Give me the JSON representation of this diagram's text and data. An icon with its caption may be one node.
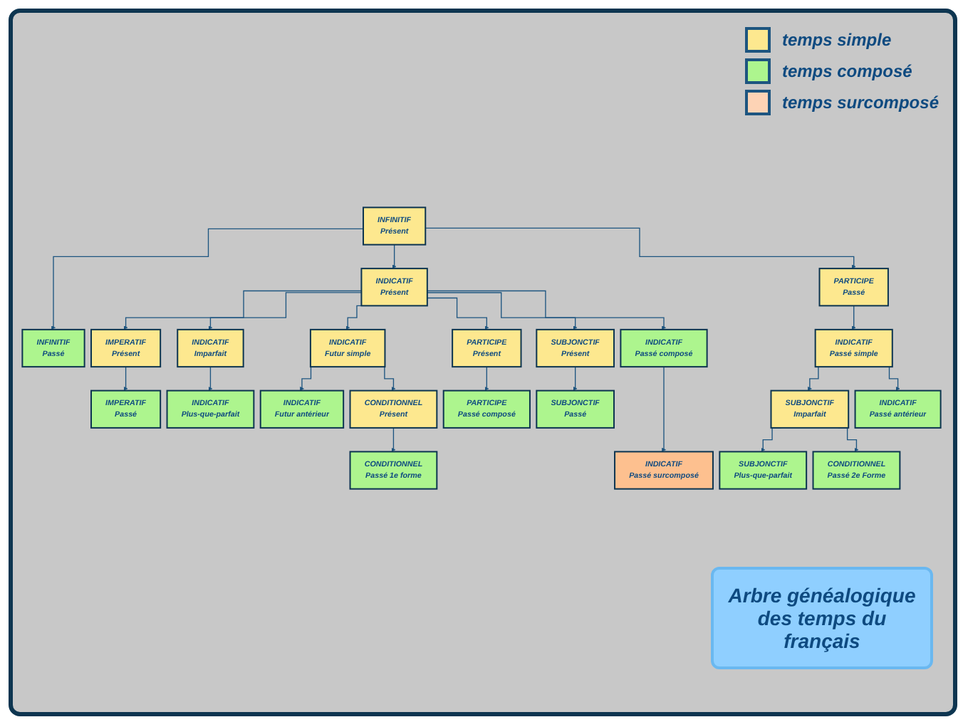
{
  "diagram": {
    "title": "Arbre généalogique des temps du français",
    "nodes": [
      {
        "text": [
          "INFINITIF",
          "Présent"
        ]
      },
      {
        "text": [
          "INFINITIF",
          "Passé"
        ]
      },
      {
        "text": [
          "PARTICIPE",
          "Passé"
        ]
      },
      {
        "text": [
          "INDICATIF",
          "Présent"
        ]
      },
      {
        "text": [
          "IMPERATIF",
          "Présent"
        ]
      },
      {
        "text": [
          "INDICATIF",
          "Imparfait"
        ]
      },
      {
        "text": [
          "INDICATIF",
          "Futur simple"
        ]
      },
      {
        "text": [
          "INDICATIF",
          "Passé simple"
        ]
      },
      {
        "text": [
          "SUBJONCTIF",
          "Imparfait"
        ]
      },
      {
        "text": [
          "INDICATIF",
          "Passé antérieur"
        ]
      },
      {
        "text": [
          "INDICATIF",
          "Futur antérieur"
        ]
      },
      {
        "text": [
          "IMPERATIF",
          "Passé"
        ]
      },
      {
        "text": [
          "INDICATIF",
          "Plus-que-parfait"
        ]
      },
      {
        "text": [
          "PARTICIPE",
          "Présent"
        ]
      },
      {
        "text": [
          "SUBJONCTIF",
          "Présent"
        ]
      },
      {
        "text": [
          "CONDITIONNEL",
          "Présent"
        ]
      },
      {
        "text": [
          "SUBJONCTIF",
          "Plus-que-parfait"
        ]
      },
      {
        "text": [
          "CONDITIONNEL",
          "Passé 2e Forme"
        ]
      },
      {
        "text": [
          "INDICATIF",
          "Passé composé"
        ]
      },
      {
        "text": [
          "PARTICIPE",
          "Passé composé"
        ]
      },
      {
        "text": [
          "SUBJONCTIF",
          "Passé"
        ]
      },
      {
        "text": [
          "CONDITIONNEL",
          "Passé 1e forme"
        ]
      },
      {
        "text": [
          "INDICATIF",
          "Passé surcomposé"
        ]
      }
    ],
    "edges": [
      {
        "from": 0,
        "to": 1,
        "arrow": "to"
      },
      {
        "from": 0,
        "to": 3,
        "arrow": "to"
      },
      {
        "from": 0,
        "to": 2,
        "arrow": "to"
      },
      {
        "from": 3,
        "to": 4,
        "arrow": "to"
      },
      {
        "from": 3,
        "to": 5,
        "arrow": "to"
      },
      {
        "from": 3,
        "to": 6,
        "arrow": "to"
      },
      {
        "from": 3,
        "to": 13,
        "arrow": "to"
      },
      {
        "from": 3,
        "to": 14,
        "arrow": "to"
      },
      {
        "from": 3,
        "to": 18,
        "arrow": "to"
      },
      {
        "from": 2,
        "to": 7,
        "arrow": "to"
      },
      {
        "from": 7,
        "to": 8,
        "arrow": "to"
      },
      {
        "from": 7,
        "to": 9,
        "arrow": "to"
      },
      {
        "from": 8,
        "to": 16,
        "arrow": "to"
      },
      {
        "from": 8,
        "to": 17,
        "arrow": "to"
      },
      {
        "from": 6,
        "to": 10,
        "arrow": "to"
      },
      {
        "from": 6,
        "to": 15,
        "arrow": "to"
      },
      {
        "from": 4,
        "to": 11,
        "arrow": "to"
      },
      {
        "from": 5,
        "to": 12,
        "arrow": "to"
      },
      {
        "from": 13,
        "to": 19,
        "arrow": "to"
      },
      {
        "from": 14,
        "to": 20,
        "arrow": "to"
      },
      {
        "from": 15,
        "to": 21,
        "arrow": "to"
      },
      {
        "from": 18,
        "to": 22,
        "arrow": "to"
      }
    ],
    "legend": [
      {
        "text": "temps simple",
        "color": "#fde88f"
      },
      {
        "text": "temps composé",
        "color": "#adf58e"
      },
      {
        "text": "temps surcomposé",
        "color": "#fdd3b5"
      }
    ]
  }
}
